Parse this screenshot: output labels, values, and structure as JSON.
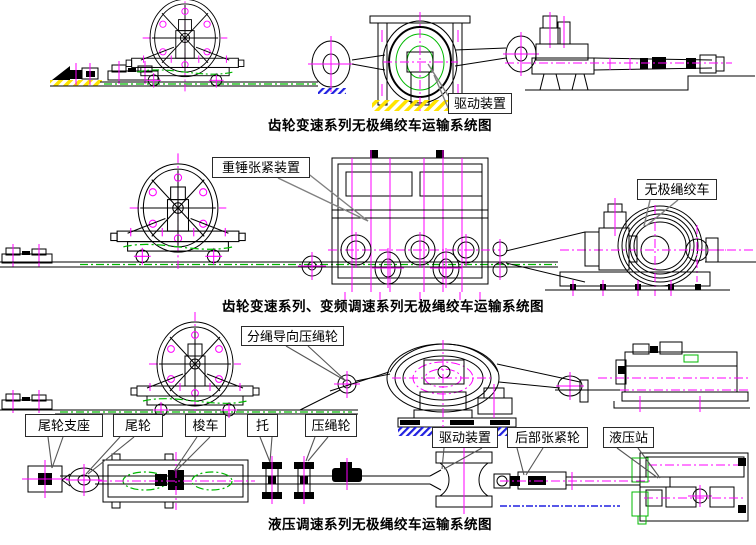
{
  "colors": {
    "background": "#FFFFFF",
    "line_black": "#000000",
    "centerline_magenta": "#FF00FF",
    "rope_guide_green": "#00B800",
    "ground_hatch_yellow": "#FFE400",
    "foundation_hatch_blue": "#2020E0",
    "leader_gray": "#808080"
  },
  "diagrams": [
    {
      "title": "齿轮变速系列无极绳绞车运输系统图",
      "callouts": {
        "drive_unit": "驱动装置"
      }
    },
    {
      "title": "齿轮变速系列、变频调速系列无极绳绞车运输系统图",
      "callouts": {
        "weight_tensioner": "重锤张紧装置",
        "winch": "无极绳绞车"
      }
    },
    {
      "title": "液压调速系列无极绳绞车运输系统图",
      "callouts": {
        "rope_guide": "分绳导向压绳轮",
        "tail_wheel_support": "尾轮支座",
        "tail_wheel": "尾轮",
        "shuttle_car": "梭车",
        "support": "托",
        "rope_press_wheel": "压绳轮",
        "drive_unit": "驱动装置",
        "rear_tension_wheel": "后部张紧轮",
        "hydraulic_station": "液压站"
      }
    }
  ]
}
